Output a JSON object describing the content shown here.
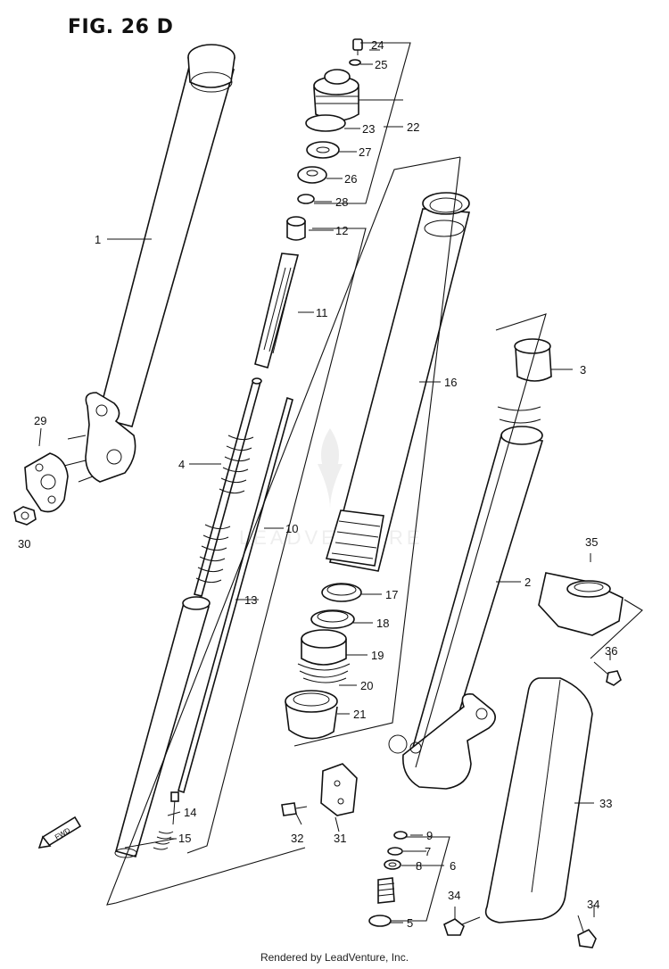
{
  "figure": {
    "title": "FIG. 26 D"
  },
  "callouts": {
    "p1": "1",
    "p2": "2",
    "p3": "3",
    "p4": "4",
    "p5": "5",
    "p6": "6",
    "p7": "7",
    "p8": "8",
    "p9": "9",
    "p10": "10",
    "p11": "11",
    "p12": "12",
    "p13": "13",
    "p14": "14",
    "p15": "15",
    "p16": "16",
    "p17": "17",
    "p18": "18",
    "p19": "19",
    "p20": "20",
    "p21": "21",
    "p22": "22",
    "p23": "23",
    "p24": "24",
    "p25": "25",
    "p26": "26",
    "p27": "27",
    "p28": "28",
    "p29": "29",
    "p30": "30",
    "p31": "31",
    "p32": "32",
    "p33": "33",
    "p34a": "34",
    "p34b": "34",
    "p35": "35",
    "p36": "36"
  },
  "fwd_label": "FWD",
  "watermark": "LEADVENTURE",
  "footer": "Rendered by LeadVenture, Inc."
}
